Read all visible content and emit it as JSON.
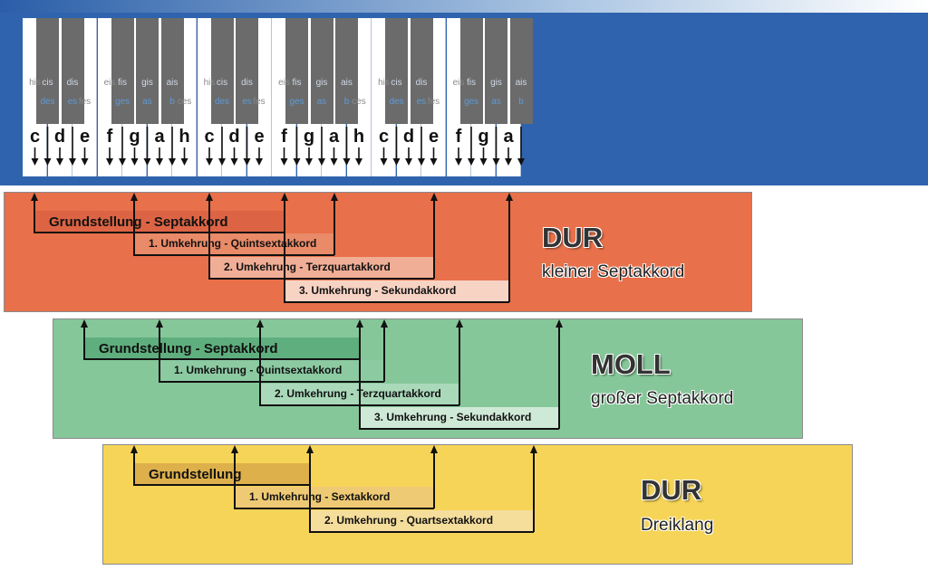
{
  "keyboard": {
    "white_keys": [
      {
        "name": "c",
        "top": "his",
        "flat": ""
      },
      {
        "name": "d",
        "top": "",
        "flat": ""
      },
      {
        "name": "e",
        "top": "fes",
        "flat": ""
      },
      {
        "name": "f",
        "top": "eis",
        "flat": ""
      },
      {
        "name": "g",
        "top": "",
        "flat": ""
      },
      {
        "name": "a",
        "top": "",
        "flat": ""
      },
      {
        "name": "h",
        "top": "ces",
        "flat": ""
      },
      {
        "name": "c",
        "top": "his",
        "flat": ""
      },
      {
        "name": "d",
        "top": "",
        "flat": ""
      },
      {
        "name": "e",
        "top": "fes",
        "flat": ""
      },
      {
        "name": "f",
        "top": "eis",
        "flat": ""
      },
      {
        "name": "g",
        "top": "",
        "flat": ""
      },
      {
        "name": "a",
        "top": "",
        "flat": ""
      },
      {
        "name": "h",
        "top": "ces",
        "flat": ""
      },
      {
        "name": "c",
        "top": "his",
        "flat": ""
      },
      {
        "name": "d",
        "top": "",
        "flat": ""
      },
      {
        "name": "e",
        "top": "fes",
        "flat": ""
      },
      {
        "name": "f",
        "top": "eis",
        "flat": ""
      },
      {
        "name": "g",
        "top": "",
        "flat": ""
      },
      {
        "name": "a",
        "top": "",
        "flat": ""
      }
    ],
    "black_keys": [
      {
        "sharp": "cis",
        "flat": "des"
      },
      {
        "sharp": "dis",
        "flat": "es"
      },
      {
        "sharp": "fis",
        "flat": "ges"
      },
      {
        "sharp": "gis",
        "flat": "as"
      },
      {
        "sharp": "ais",
        "flat": "b"
      },
      {
        "sharp": "cis",
        "flat": "des"
      },
      {
        "sharp": "dis",
        "flat": "es"
      },
      {
        "sharp": "fis",
        "flat": "ges"
      },
      {
        "sharp": "gis",
        "flat": "as"
      },
      {
        "sharp": "ais",
        "flat": "b"
      },
      {
        "sharp": "cis",
        "flat": "des"
      },
      {
        "sharp": "dis",
        "flat": "es"
      },
      {
        "sharp": "fis",
        "flat": "ges"
      },
      {
        "sharp": "gis",
        "flat": "as"
      },
      {
        "sharp": "ais",
        "flat": "b"
      }
    ]
  },
  "panels": [
    {
      "title": "DUR",
      "subtitle": "kleiner Septakkord",
      "color": "#e8704a",
      "bar_colors": [
        "#dc6444",
        "#e98a68",
        "#f0ae96",
        "#f7d3c4"
      ],
      "bars": [
        "Grundstellung - Septakkord",
        "1. Umkehrung - Quintsextakkord",
        "2. Umkehrung - Terzquartakkord",
        "3. Umkehrung - Sekundakkord"
      ]
    },
    {
      "title": "MOLL",
      "subtitle": "großer Septakkord",
      "color": "#86c79a",
      "bar_colors": [
        "#5fae7e",
        "#8ccaa2",
        "#aad9ba",
        "#cfe9d7"
      ],
      "bars": [
        "Grundstellung - Septakkord",
        "1. Umkehrung - Quintsextakkord",
        "2. Umkehrung - Terzquartakkord",
        "3. Umkehrung - Sekundakkord"
      ]
    },
    {
      "title": "DUR",
      "subtitle": "Dreiklang",
      "color": "#f6d457",
      "bar_colors": [
        "#deb04c",
        "#efca74",
        "#f5dd9c"
      ],
      "bars": [
        "Grundstellung",
        "1. Umkehrung - Sextakkord",
        "2. Umkehrung - Quartsextakkord"
      ]
    }
  ]
}
